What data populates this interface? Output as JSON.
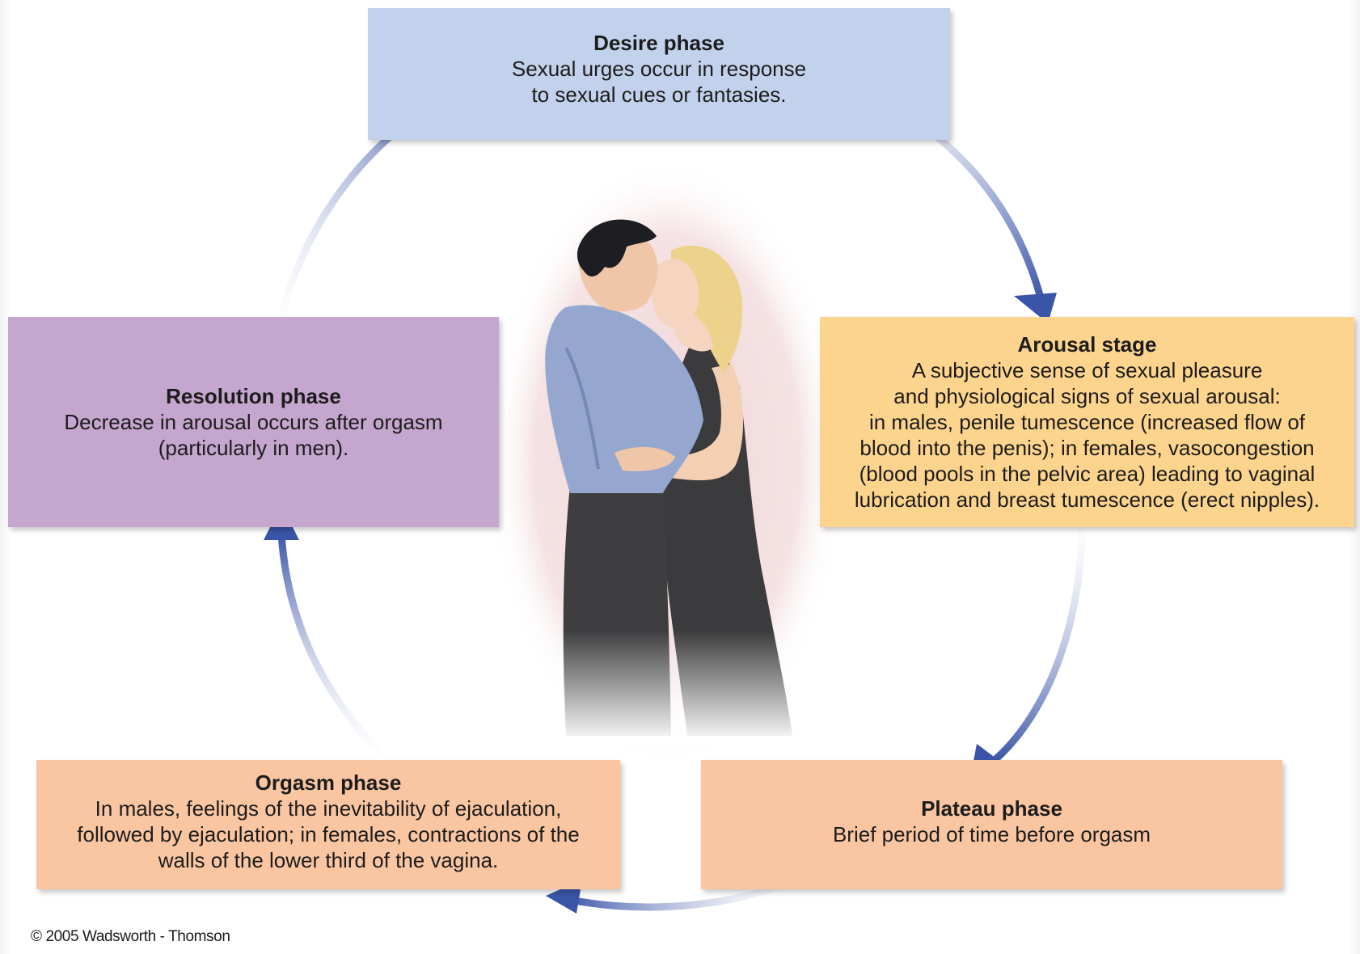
{
  "phases": {
    "desire": {
      "title": "Desire phase",
      "description": "Sexual urges occur in response\nto sexual cues or fantasies."
    },
    "arousal": {
      "title": "Arousal stage",
      "description": "A subjective sense of sexual pleasure\nand physiological signs of sexual arousal:\nin males, penile tumescence (increased flow of\nblood into the penis); in females, vasocongestion\n(blood pools in the pelvic area) leading to vaginal\nlubrication and breast tumescence (erect nipples)."
    },
    "plateau": {
      "title": "Plateau phase",
      "description": "Brief period of time before orgasm"
    },
    "orgasm": {
      "title": "Orgasm phase",
      "description": "In males, feelings of the inevitability of ejaculation,\nfollowed by ejaculation; in females, contractions of the\nwalls of the lower third of the vagina."
    },
    "resolution": {
      "title": "Resolution phase",
      "description": "Decrease in arousal occurs after orgasm\n(particularly in men)."
    }
  },
  "copyright": "© 2005 Wadsworth - Thomson",
  "colors": {
    "desire": "#c3d2ec",
    "arousal": "#fdd48d",
    "plateau": "#fac6a2",
    "orgasm": "#fac6a2",
    "resolution": "#c4a6cf",
    "arrow": "#3a55a8"
  }
}
